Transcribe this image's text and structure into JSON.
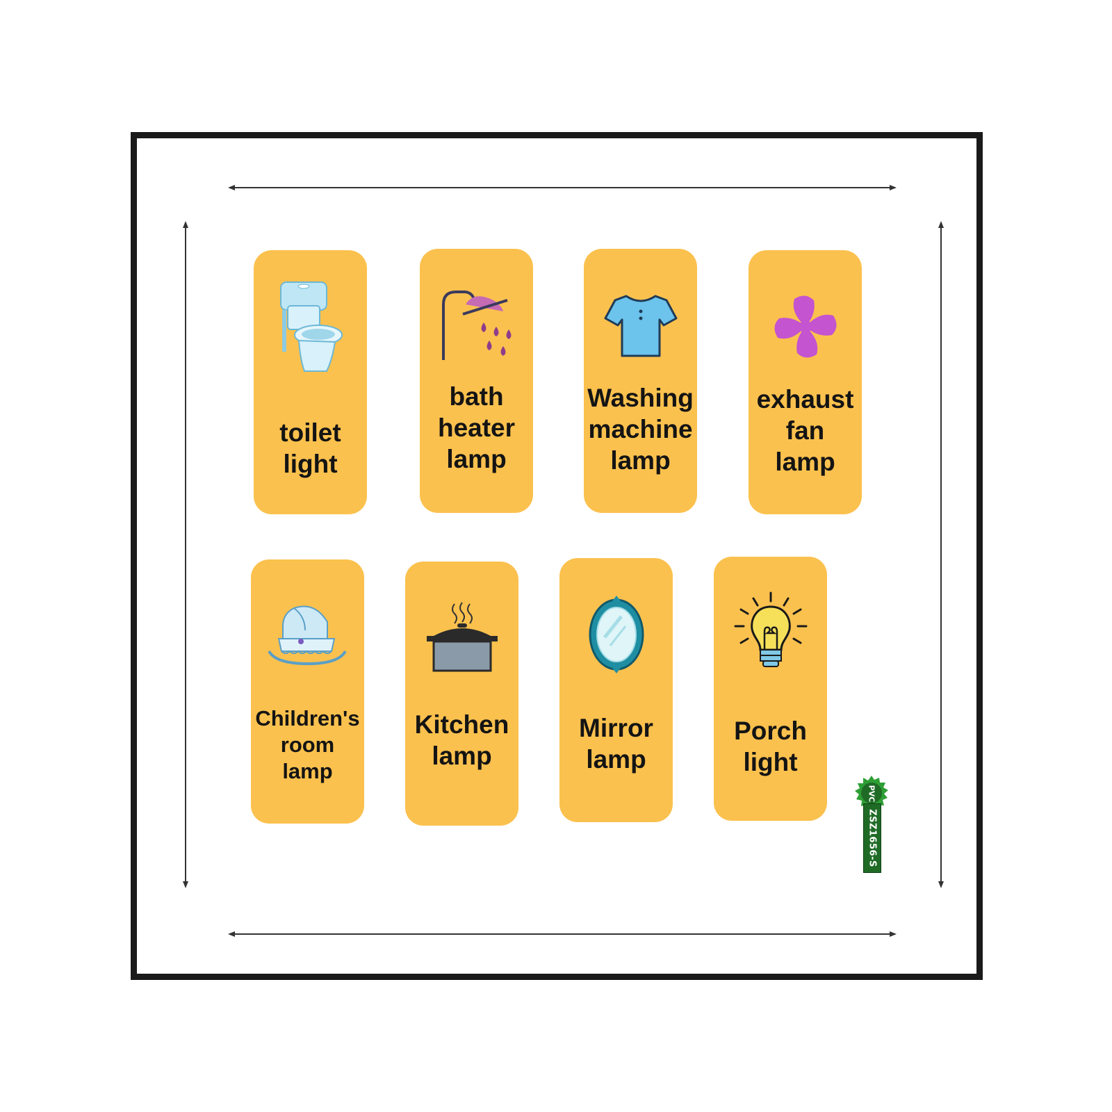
{
  "cards": [
    {
      "lines": [
        "toilet",
        "light"
      ],
      "icon": "toilet-icon"
    },
    {
      "lines": [
        "bath",
        "heater",
        "lamp"
      ],
      "icon": "shower-icon"
    },
    {
      "lines": [
        "Washing",
        "machine",
        "lamp"
      ],
      "icon": "tshirt-icon"
    },
    {
      "lines": [
        "exhaust",
        "fan",
        "lamp"
      ],
      "icon": "fan-icon"
    },
    {
      "lines": [
        "Children's",
        "room",
        "lamp"
      ],
      "icon": "cradle-icon"
    },
    {
      "lines": [
        "Kitchen",
        "lamp"
      ],
      "icon": "cooking-pot-icon"
    },
    {
      "lines": [
        "Mirror",
        "lamp"
      ],
      "icon": "mirror-icon"
    },
    {
      "lines": [
        "Porch",
        "light"
      ],
      "icon": "light-bulb-icon"
    }
  ],
  "tag": {
    "seal_text": "PVC",
    "code": "ZSZ1656-S"
  },
  "colors": {
    "card": "#fbc14e",
    "frame": "#1a1a1a",
    "label": "#141414",
    "tag": "#1f6b26"
  }
}
